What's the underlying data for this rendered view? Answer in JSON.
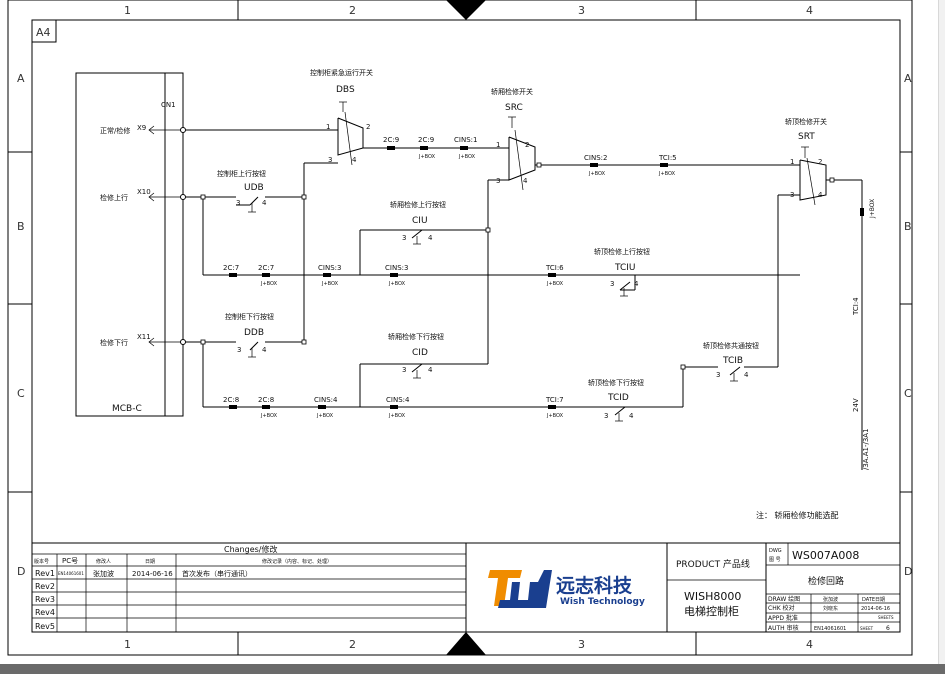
{
  "frame": {
    "paper_size": "A4",
    "col_labels": [
      "1",
      "2",
      "3",
      "4"
    ],
    "row_labels": [
      "A",
      "B",
      "C",
      "D"
    ]
  },
  "components": {
    "mcb": {
      "name": "MCB-C",
      "connector": "CN1",
      "pins": [
        {
          "pin": "X9",
          "label": "正常/检修"
        },
        {
          "pin": "X10",
          "label": "检修上行"
        },
        {
          "pin": "X11",
          "label": "检修下行"
        }
      ]
    },
    "dbs": {
      "title": "控制柜紧急运行开关",
      "ref": "DBS",
      "c1": "1",
      "c2": "2",
      "c3": "3",
      "c4": "4"
    },
    "src": {
      "title": "轿厢检修开关",
      "ref": "SRC",
      "c1": "1",
      "c2": "2",
      "c3": "3",
      "c4": "4"
    },
    "srt": {
      "title": "轿顶检修开关",
      "ref": "SRT",
      "c1": "1",
      "c2": "2",
      "c3": "3",
      "c4": "4"
    },
    "udb": {
      "title": "控制柜上行按钮",
      "ref": "UDB",
      "c3": "3",
      "c4": "4"
    },
    "ddb": {
      "title": "控制柜下行按钮",
      "ref": "DDB",
      "c3": "3",
      "c4": "4"
    },
    "ciu": {
      "title": "轿厢检修上行按钮",
      "ref": "CIU",
      "c3": "3",
      "c4": "4"
    },
    "cid": {
      "title": "轿厢检修下行按钮",
      "ref": "CID",
      "c3": "3",
      "c4": "4"
    },
    "tciu": {
      "title": "轿顶检修上行按钮",
      "ref": "TCIU",
      "c3": "3",
      "c4": "4"
    },
    "tcib": {
      "title": "轿顶检修共通按钮",
      "ref": "TCIB",
      "c3": "3",
      "c4": "4"
    },
    "tcid": {
      "title": "轿顶检修下行按钮",
      "ref": "TCID",
      "c3": "3",
      "c4": "4"
    }
  },
  "connectors": {
    "r1": [
      {
        "name": "2C:9",
        "sub": ""
      },
      {
        "name": "2C:9",
        "sub": "J+BOX"
      },
      {
        "name": "CINS:1",
        "sub": "J+BOX"
      }
    ],
    "r2": [
      {
        "name": "CINS:2",
        "sub": "J+BOX"
      },
      {
        "name": "TCI:5",
        "sub": "J+BOX"
      }
    ],
    "r3": [
      {
        "name": "2C:7",
        "sub": ""
      },
      {
        "name": "2C:7",
        "sub": "J+BOX"
      },
      {
        "name": "CINS:3",
        "sub": "J+BOX"
      },
      {
        "name": "CINS:3",
        "sub": "J+BOX"
      },
      {
        "name": "TCI:6",
        "sub": "J+BOX"
      }
    ],
    "r4": [
      {
        "name": "2C:8",
        "sub": ""
      },
      {
        "name": "2C:8",
        "sub": "J+BOX"
      },
      {
        "name": "CINS:4",
        "sub": "J+BOX"
      },
      {
        "name": "CINS:4",
        "sub": "J+BOX"
      },
      {
        "name": "TCI:7",
        "sub": "J+BOX"
      }
    ],
    "vert": {
      "top": "J+BOX",
      "mid": "TCI:4",
      "low": "24V",
      "bottom": "/3A.A1-/3A1"
    }
  },
  "note": "注：  轿厢检修功能选配",
  "title_block": {
    "changes_title": "Changes/修改",
    "headers": [
      "版本号",
      "PC号",
      "修改人",
      "日期",
      "修改记录（内容、标记、处理）"
    ],
    "rows": [
      [
        "Rev1",
        "EN14061601",
        "张加波",
        "2014-06-16",
        "首次发布（串行通讯）"
      ],
      [
        "Rev2",
        "",
        "",
        "",
        ""
      ],
      [
        "Rev3",
        "",
        "",
        "",
        ""
      ],
      [
        "Rev4",
        "",
        "",
        "",
        ""
      ],
      [
        "Rev5",
        "",
        "",
        "",
        ""
      ]
    ],
    "logo_cn": "远志科技",
    "logo_en": "Wish Technology",
    "product_label": "PRODUCT  产品线",
    "product_name": "WISH8000",
    "product_cn": "电梯控制柜",
    "dwg_label": "DWG",
    "dwg_label_cn": "图 号",
    "dwg_no": "WS007A008",
    "drawing_title": "检修回路",
    "draw_label": "DRAW 绘图",
    "draw_name": "张加波",
    "date_label": "DATE日期",
    "chk_label": "CHK  校对",
    "chk_name": "刘晓东",
    "date_value": "2014-06-16",
    "appd_label": "APPD  批准",
    "sheets_label": "SHEETS",
    "auth_label": "AUTH  审核",
    "auth_value": "EN14061601",
    "sheet_label": "SHEET",
    "sheet_value": "6"
  },
  "colors": {
    "logo_orange": "#f08c00",
    "logo_blue": "#1a3f8f",
    "scrollbar": "#6a6a6a"
  }
}
